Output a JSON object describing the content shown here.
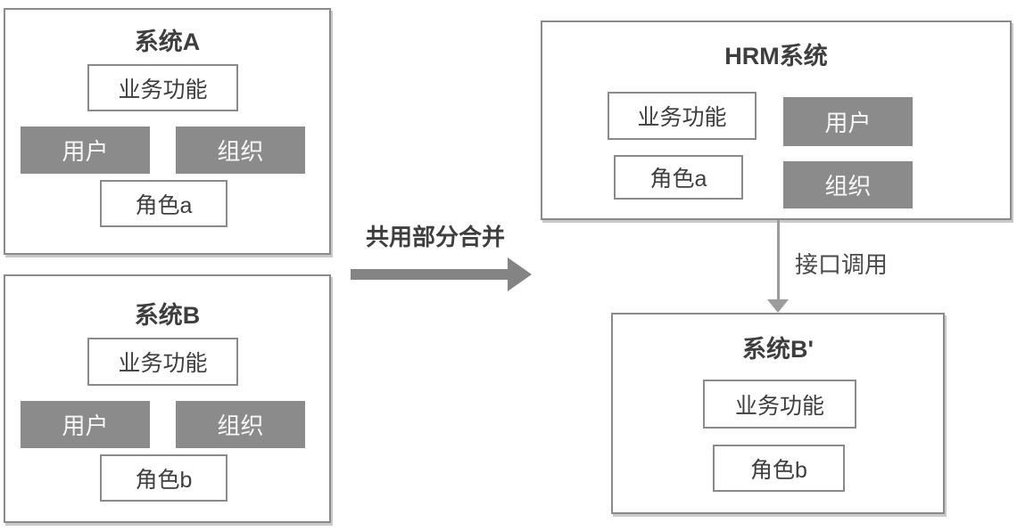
{
  "diagram": {
    "source_systems": [
      {
        "title": "系统A",
        "business_box": "业务功能",
        "user_box": "用户",
        "org_box": "组织",
        "role_box": "角色a"
      },
      {
        "title": "系统B",
        "business_box": "业务功能",
        "user_box": "用户",
        "org_box": "组织",
        "role_box": "角色b"
      }
    ],
    "merge_arrow_label": "共用部分合并",
    "hrm_system": {
      "title": "HRM系统",
      "business_box": "业务功能",
      "role_box": "角色a",
      "user_box": "用户",
      "org_box": "组织"
    },
    "call_arrow_label": "接口调用",
    "result_system": {
      "title": "系统B'",
      "business_box": "业务功能",
      "role_box": "角色b"
    },
    "colors": {
      "gray_fill": "#8b8b8b",
      "gray_text": "#f7f7f7",
      "border": "#8a8a8a",
      "text": "#3e3e3e",
      "arrow": "#848484",
      "arrow_light": "#9c9c9c",
      "shadow": "#c9c9c9"
    }
  }
}
